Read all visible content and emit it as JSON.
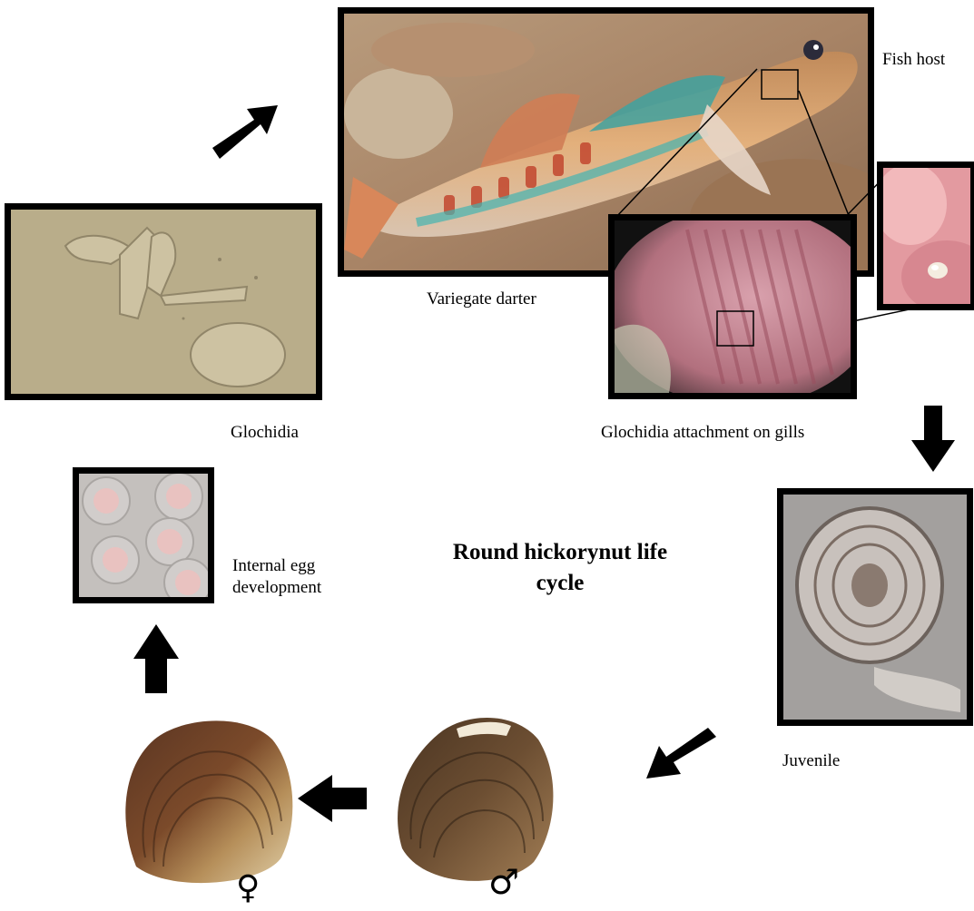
{
  "title": {
    "line1": "Round hickorynut  life",
    "line2": "cycle"
  },
  "labels": {
    "fish_host": "Fish host",
    "variegate_darter": "Variegate darter",
    "glochidia": "Glochidia",
    "glochidia_attachment": "Glochidia attachment on gills",
    "internal_egg_line1": "Internal egg",
    "internal_egg_line2": "development",
    "juvenile": "Juvenile"
  },
  "symbols": {
    "female": "♀",
    "male": "♂"
  },
  "colors": {
    "frame": "#000000",
    "arrow": "#000000",
    "background": "#ffffff"
  }
}
